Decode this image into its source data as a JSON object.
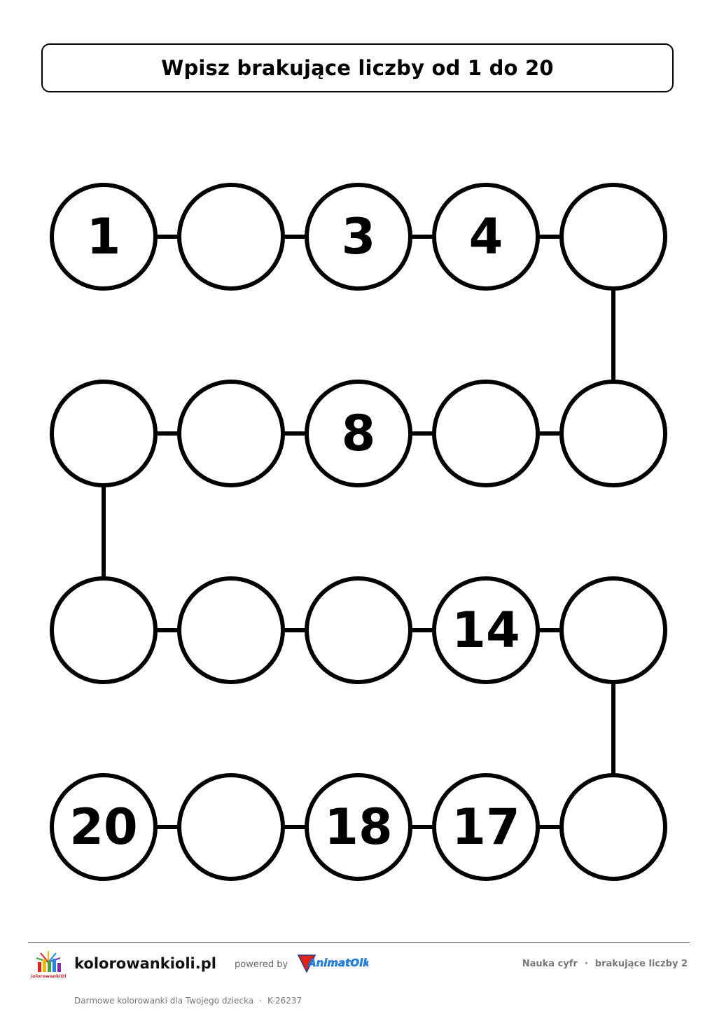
{
  "title": "Wpisz brakujące liczby od 1 do 20",
  "rows": [
    [
      "1",
      "",
      "3",
      "4",
      ""
    ],
    [
      "",
      "",
      "8",
      "",
      ""
    ],
    [
      "",
      "",
      "",
      "14",
      ""
    ],
    [
      "20",
      "",
      "18",
      "17",
      ""
    ]
  ],
  "footer": {
    "logo_text": "KolorowankiOli",
    "site": "kolorowankioli.pl",
    "powered_by": "powered by",
    "brand_logo_text": "AnimatOlka",
    "category": "Nauka cyfr",
    "separator": "·",
    "page_name": "brakujące liczby 2",
    "tagline": "Darmowe kolorowanki dla Twojego dziecka",
    "code": "K-26237"
  },
  "colors": {
    "stroke": "#000000",
    "background": "#ffffff",
    "footer_text": "#777777",
    "brand_red": "#e2231a",
    "brand_blue": "#1e88e5"
  }
}
